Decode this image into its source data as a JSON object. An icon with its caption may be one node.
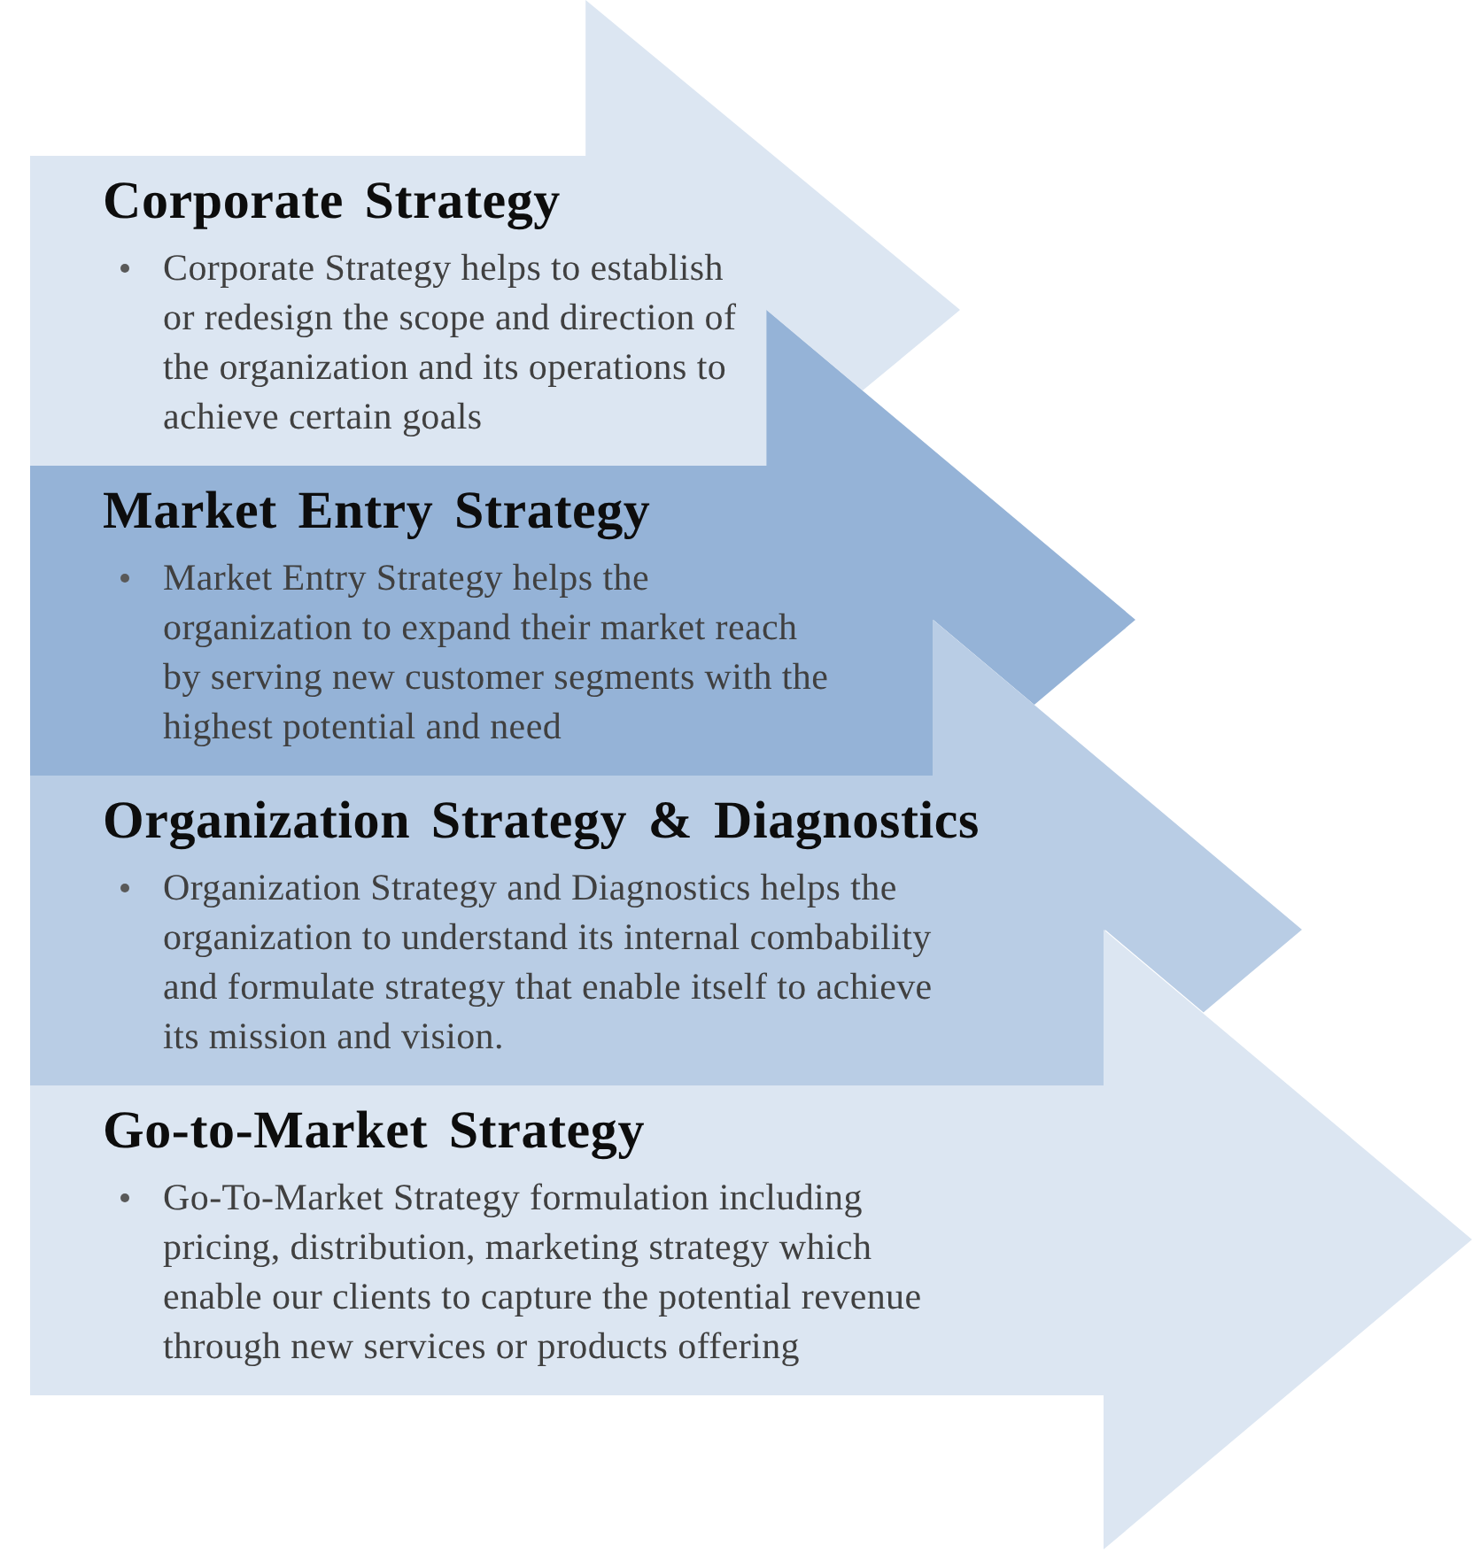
{
  "diagram": {
    "nodes": [
      {
        "text": [
          "Corporate Strategy",
          "Corporate Strategy helps to establish or redesign the scope and direction of the organization and its operations to achieve certain goals"
        ]
      },
      {
        "text": [
          "Market Entry Strategy",
          "Market Entry Strategy helps the organization to expand their market reach by serving new customer segments with the highest potential and need"
        ]
      },
      {
        "text": [
          "Organization Strategy & Diagnostics",
          "Organization Strategy and Diagnostics helps the organization to understand its internal combability and formulate strategy that enable itself to achieve its mission and vision."
        ]
      },
      {
        "text": [
          "Go-to-Market Strategy",
          "Go-To-Market Strategy formulation including pricing, distribution, marketing strategy which enable our clients to capture the potential revenue through new services or products offering"
        ]
      }
    ]
  }
}
